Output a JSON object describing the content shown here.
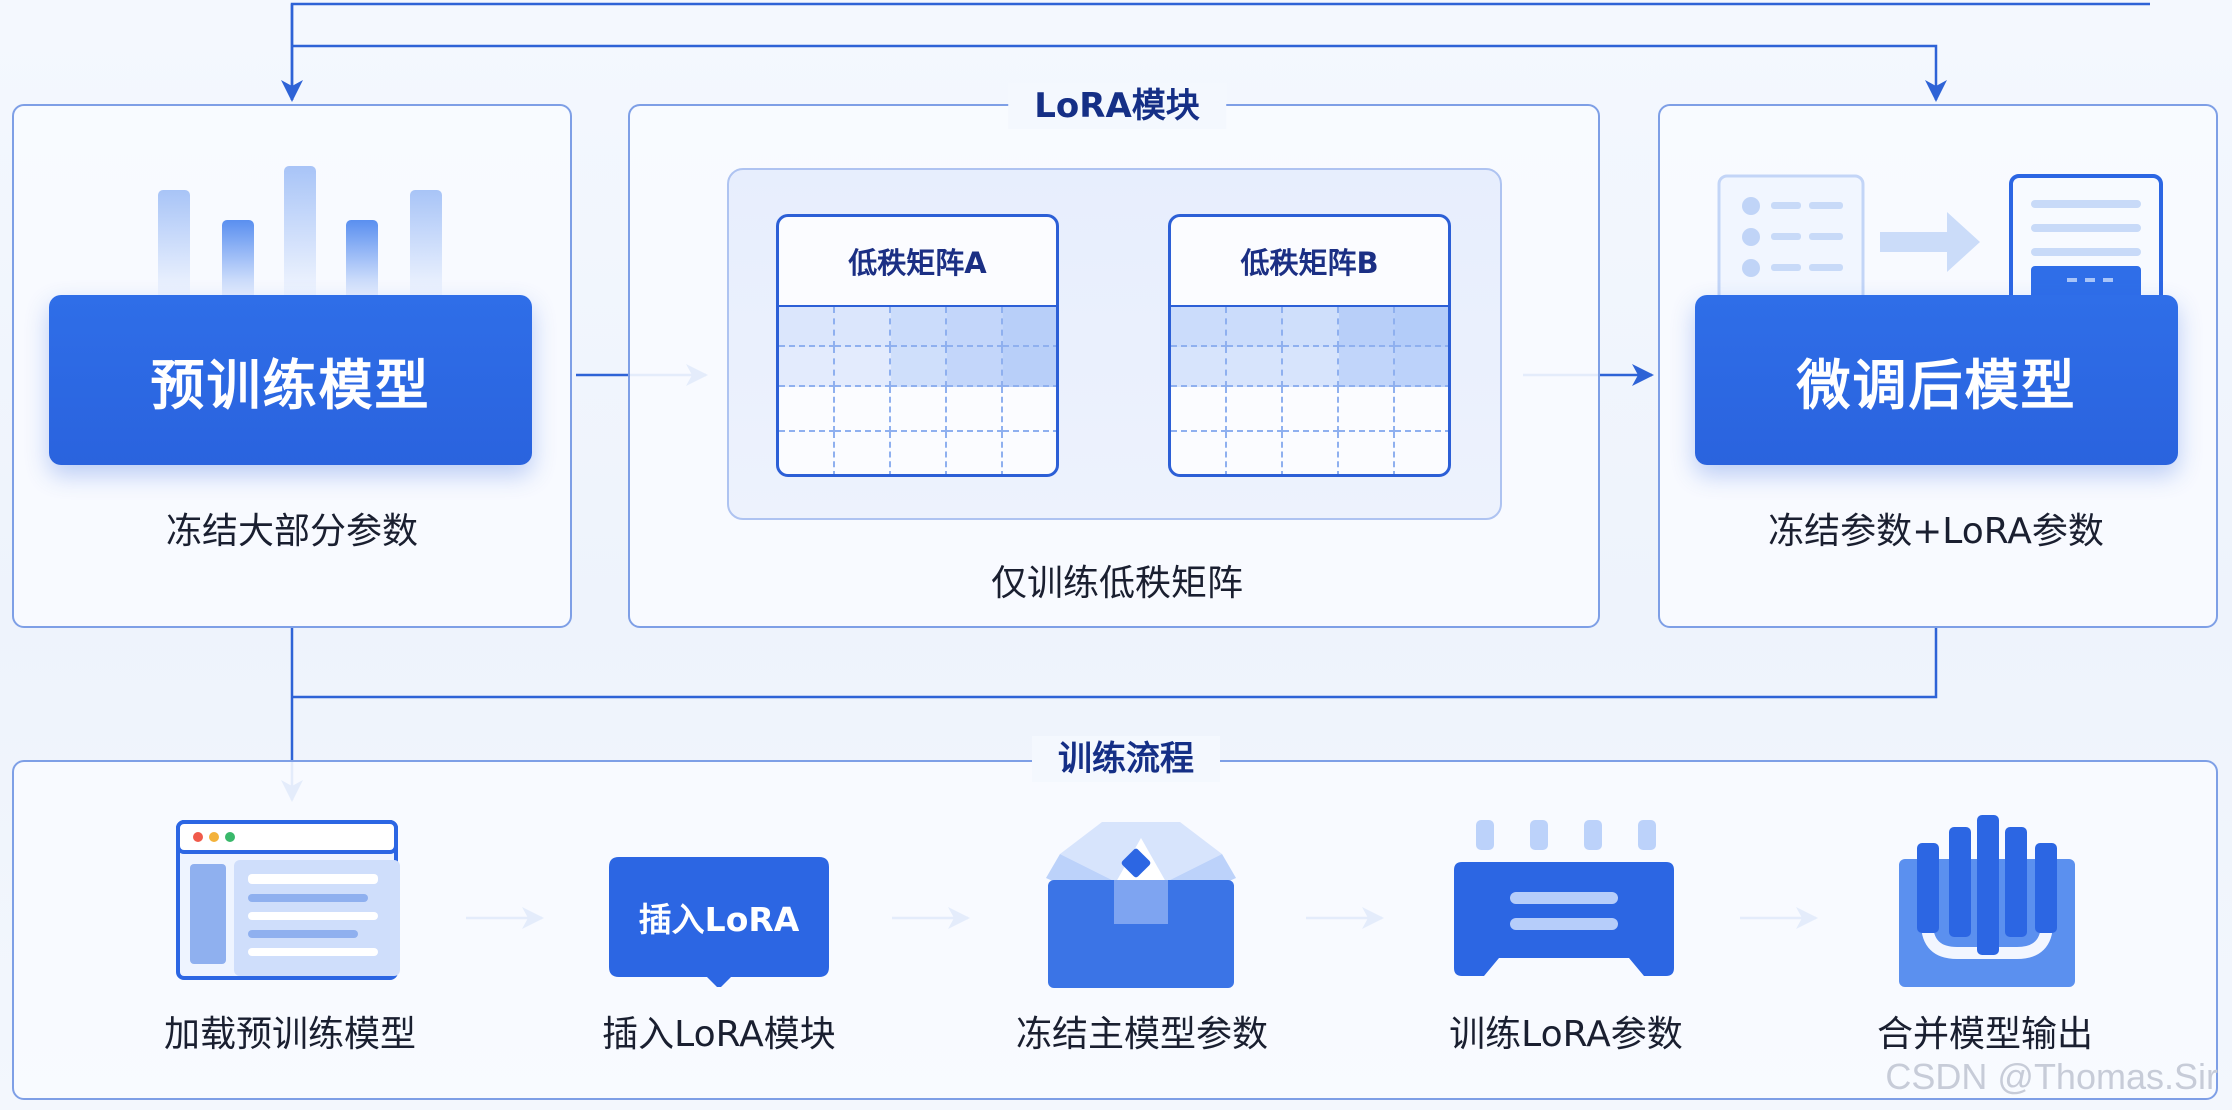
{
  "pretrained": {
    "title": "预训练模型",
    "caption": "冻结大部分参数"
  },
  "lora_module": {
    "title": "LoRA模块",
    "matrix_a": "低秩矩阵A",
    "matrix_b": "低秩矩阵B",
    "caption": "仅训练低秩矩阵"
  },
  "finetuned": {
    "title": "微调后模型",
    "caption": "冻结参数+LoRA参数"
  },
  "training": {
    "title": "训练流程",
    "steps": [
      {
        "label": "加载预训练模型",
        "icon": "browser-window-icon"
      },
      {
        "label": "插入LoRA模块",
        "icon": "speech-bubble-icon",
        "badge": "插入LoRA"
      },
      {
        "label": "冻结主模型参数",
        "icon": "open-box-icon"
      },
      {
        "label": "训练LoRA参数",
        "icon": "processor-chip-icon"
      },
      {
        "label": "合并模型输出",
        "icon": "merge-bars-icon"
      }
    ]
  },
  "watermark": "CSDN @Thomas.Sir",
  "colors": {
    "primary": "#2c66e3",
    "line": "#2e63d6",
    "title_text": "#152f86",
    "panel_border": "#7e9fe6"
  }
}
